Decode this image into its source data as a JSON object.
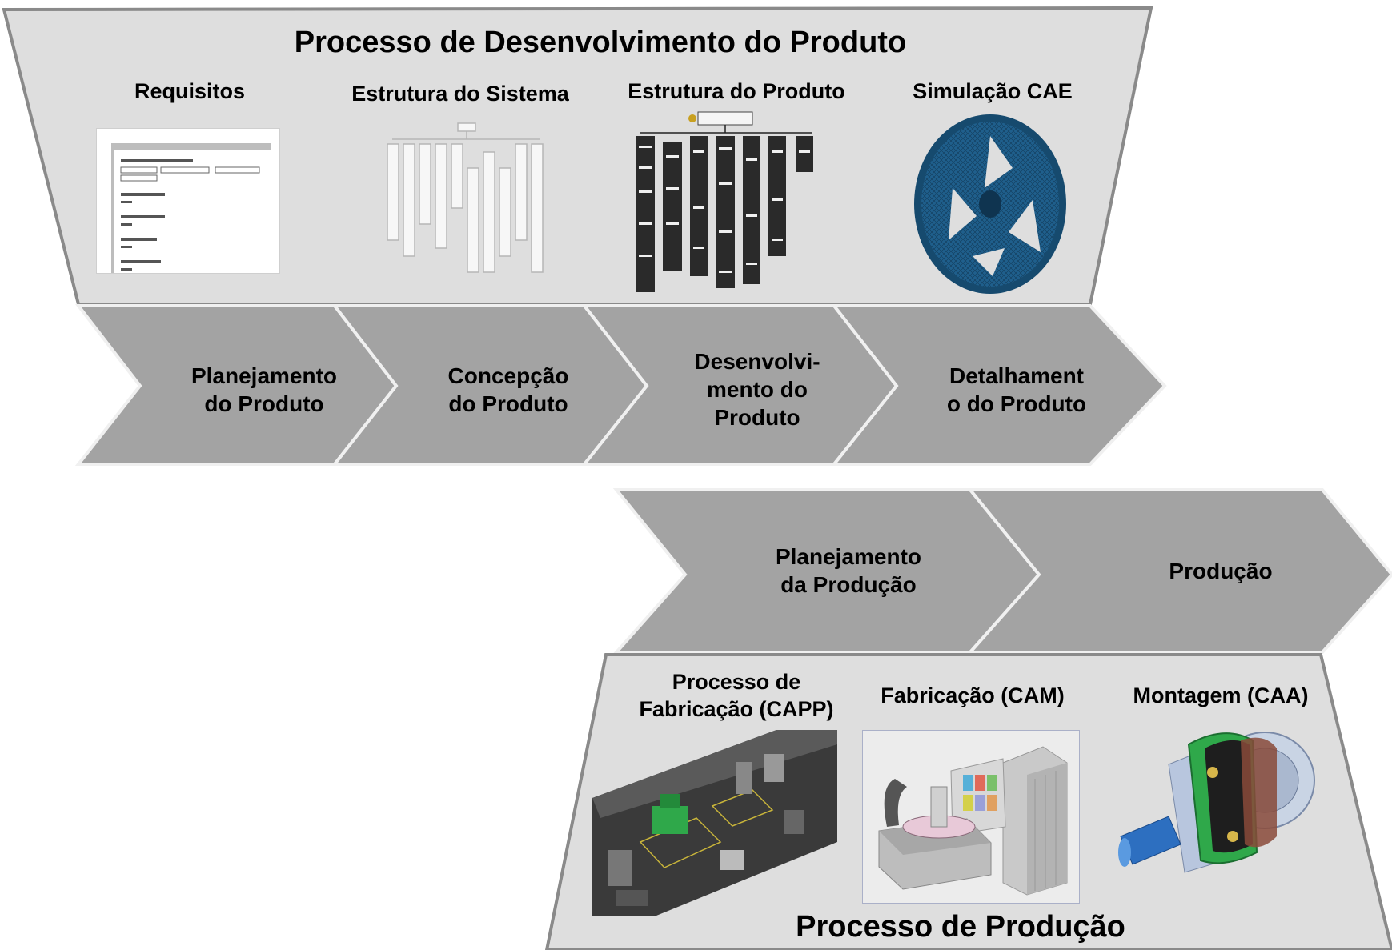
{
  "development": {
    "title": "Processo de Desenvolvimento do Produto",
    "columns": [
      "Requisitos",
      "Estrutura do Sistema",
      "Estrutura do Produto",
      "Simulação CAE"
    ],
    "stages": [
      "Planejamento\ndo Produto",
      "Concepção\ndo Produto",
      "Desenvolvi-\nmento do\nProduto",
      "Detalhament\no do Produto"
    ]
  },
  "production": {
    "title": "Processo de Produção",
    "stages": [
      "Planejamento\nda Produção",
      "Produção"
    ],
    "columns": [
      "Processo de\nFabricação (CAPP)",
      "Fabricação (CAM)",
      "Montagem (CAA)"
    ]
  },
  "colors": {
    "panel": "#dedede",
    "panel_border": "#8a8a8a",
    "chevron": "#a3a3a3",
    "chevron_border": "#ececec",
    "gear": "#1f5f8c",
    "green_part": "#2fa84a"
  },
  "icons": [
    "requirements-document-icon",
    "system-tree-diagram-icon",
    "product-tree-diagram-icon",
    "gear-mesh-icon",
    "factory-layout-icon",
    "cnc-machine-icon",
    "assembly-part-icon"
  ]
}
